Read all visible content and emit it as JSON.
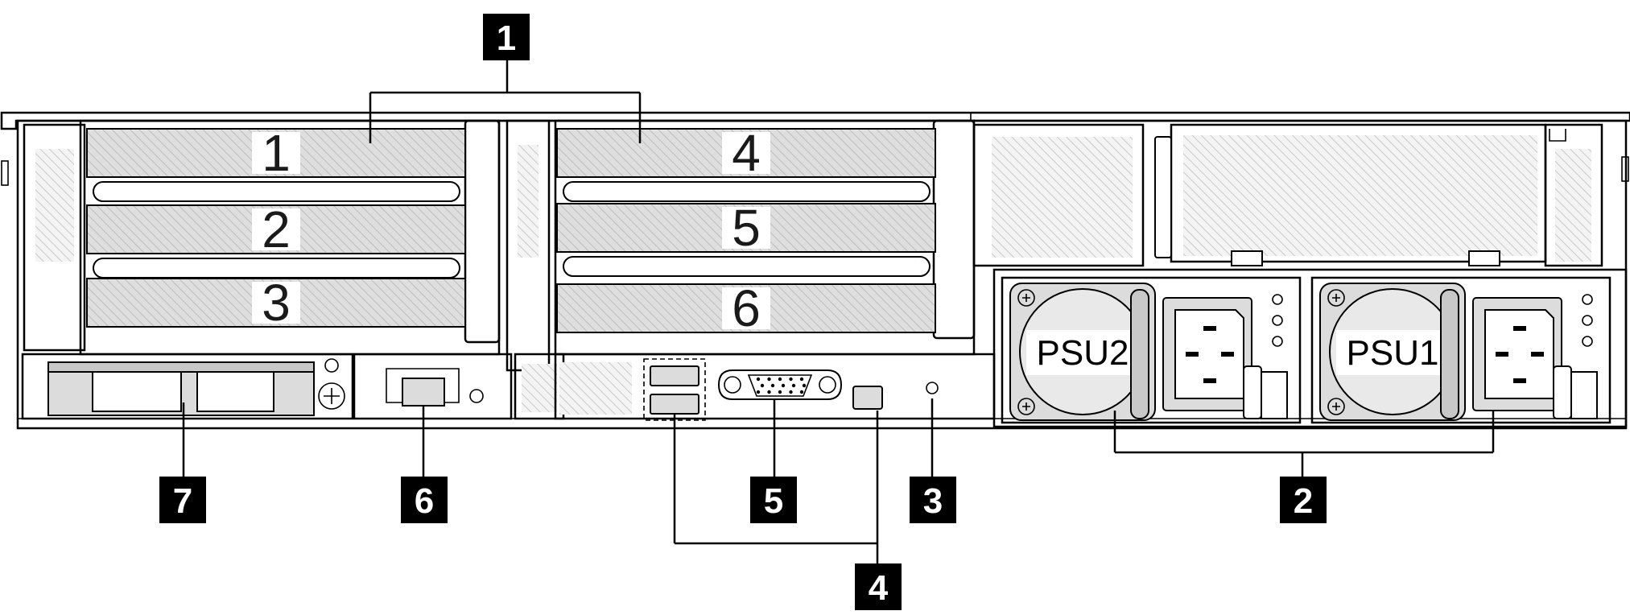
{
  "callouts": [
    {
      "id": "c1",
      "label": "1"
    },
    {
      "id": "c2",
      "label": "2"
    },
    {
      "id": "c3",
      "label": "3"
    },
    {
      "id": "c4",
      "label": "4"
    },
    {
      "id": "c5",
      "label": "5"
    },
    {
      "id": "c6",
      "label": "6"
    },
    {
      "id": "c7",
      "label": "7"
    }
  ],
  "pcie_slots": [
    {
      "label": "1"
    },
    {
      "label": "2"
    },
    {
      "label": "3"
    },
    {
      "label": "4"
    },
    {
      "label": "5"
    },
    {
      "label": "6"
    }
  ],
  "psus": [
    {
      "label": "PSU2"
    },
    {
      "label": "PSU1"
    }
  ]
}
